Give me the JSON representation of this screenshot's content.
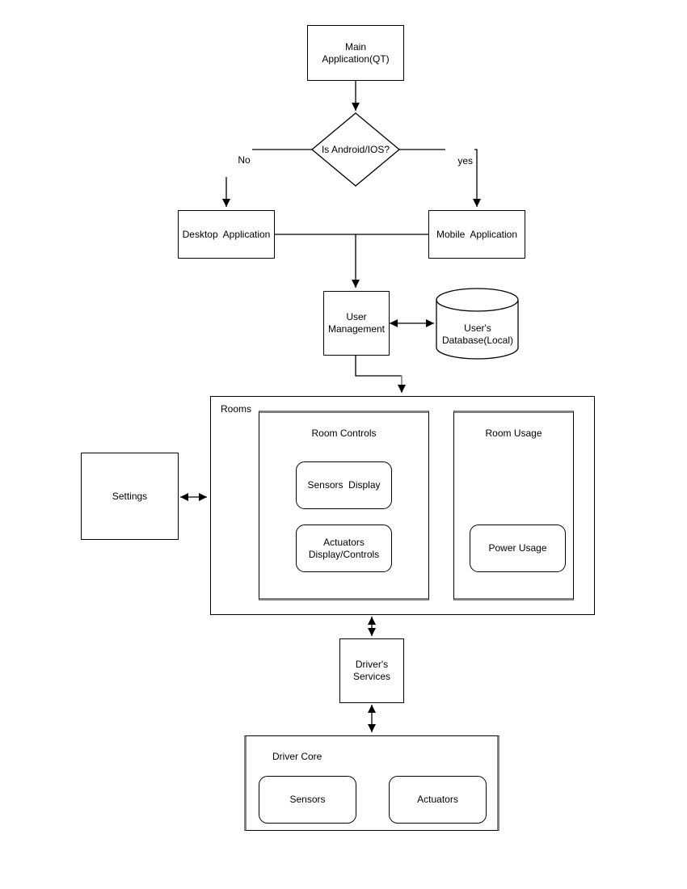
{
  "diagram": {
    "nodes": {
      "main_application": {
        "label": "Main\nApplication(QT)"
      },
      "decision": {
        "label": "Is Android/IOS?"
      },
      "desktop_application": {
        "label": "Desktop  Application"
      },
      "mobile_application": {
        "label": "Mobile  Application"
      },
      "user_management": {
        "label": "User\nManagement"
      },
      "users_database": {
        "label": "User's\nDatabase(Local)"
      },
      "rooms": {
        "label": "Rooms"
      },
      "room_controls": {
        "label": "Room Controls"
      },
      "sensors_display": {
        "label": "Sensors  Display"
      },
      "actuators_display_controls": {
        "label": "Actuators\nDisplay/Controls"
      },
      "room_usage": {
        "label": "Room Usage"
      },
      "power_usage": {
        "label": "Power Usage"
      },
      "settings": {
        "label": "Settings"
      },
      "drivers_services": {
        "label": "Driver's\nServices"
      },
      "driver_core": {
        "label": "Driver Core"
      },
      "sensors": {
        "label": "Sensors"
      },
      "actuators": {
        "label": "Actuators"
      }
    },
    "edge_labels": {
      "no": "No",
      "yes": "yes"
    },
    "colors": {
      "stroke": "#000000",
      "container_accent": "#808080",
      "connector_gray": "#999999",
      "background": "#ffffff"
    }
  }
}
